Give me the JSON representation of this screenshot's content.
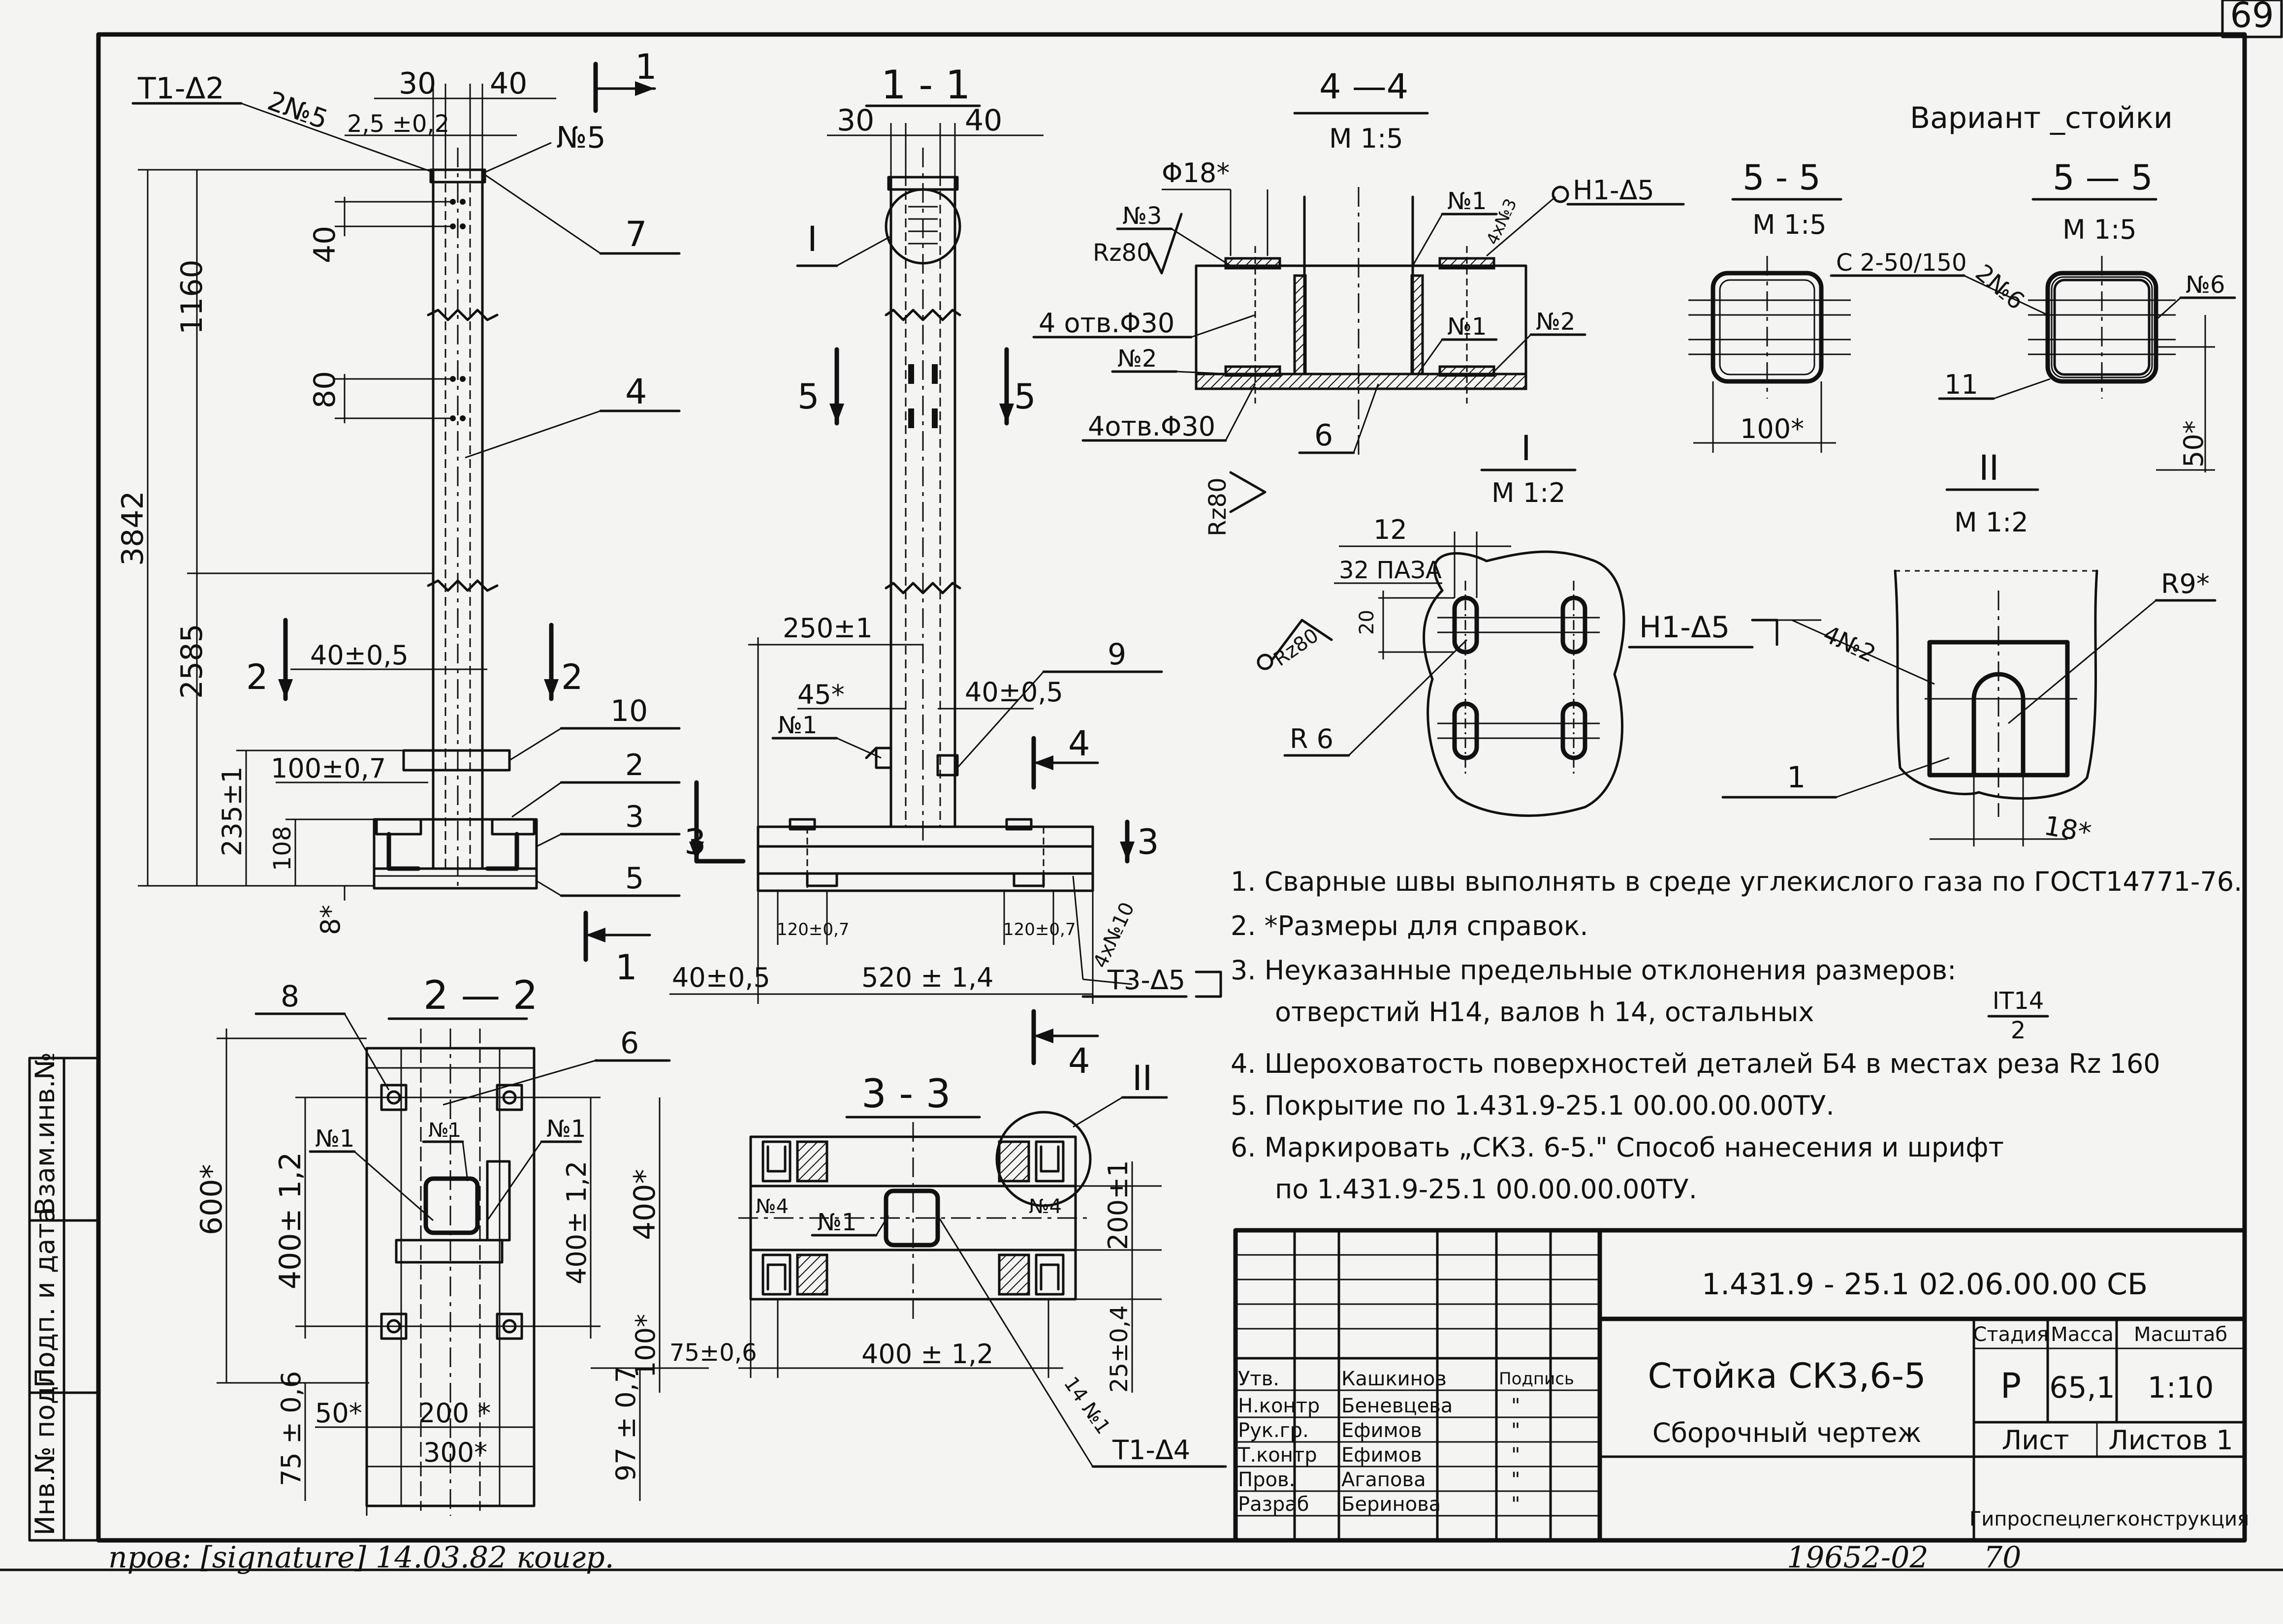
{
  "sheet": {
    "page_number": "69",
    "variant_label": "Вариант _стойки",
    "bottom_number": "19652-02",
    "bottom_page": "70",
    "check_note": "пров: [signature] 14.03.82 коигр."
  },
  "views": {
    "front": {
      "weld_mark": "Т1-Δ2",
      "part_2n5": "2№5",
      "top_dims": [
        "30",
        "40"
      ],
      "top_tol": "2,5 ±0,2",
      "n5": "№5",
      "section_mark": "1",
      "vert_dims": [
        "40",
        "1160",
        "80",
        "3842",
        "2585",
        "235±1",
        "108",
        "8*"
      ],
      "dim_40_05": "40±0,5",
      "dim_100_07": "100±0,7",
      "callouts": [
        "7",
        "4",
        "10",
        "2",
        "3",
        "5"
      ],
      "cut_2": "2",
      "cut_1": "1"
    },
    "section_1_1": {
      "title": "1 - 1",
      "top_dims": [
        "30",
        "40"
      ],
      "detail_I": "I",
      "cut_5": "5",
      "dim_250": "250±1",
      "dim_45": "45*",
      "n1": "№1",
      "dim_40_05": "40±0,5",
      "callout_9": "9",
      "cut_4": "4",
      "cut_3": "3",
      "dim_120_a": "120±0,7",
      "dim_120_b": "120±0,7",
      "dim_40_05b": "40±0,5",
      "dim_520": "520 ± 1,4",
      "n10": "4х№10",
      "weld_t3": "Т3-Δ5"
    },
    "section_4_4": {
      "title": "4 —4",
      "scale": "М 1:5",
      "phi18": "Φ18*",
      "n3": "№3",
      "rz80": "Rz80",
      "holes_a": "4 отв.Φ30",
      "n2": "№2",
      "holes_b": "4отв.Φ30",
      "n1a": "№1",
      "n3b": "4х№3",
      "weld_h1": "Н1-Δ5",
      "n1b": "№1",
      "n2b": "№2",
      "callout_6": "6",
      "rz80b": "Rz80"
    },
    "section_5_5a": {
      "title": "5 - 5",
      "scale": "М 1:5",
      "dim": "100*"
    },
    "section_5_5b": {
      "title": "5 — 5",
      "scale": "М 1:5",
      "c2": "С 2-50/150",
      "n6a": "2№6",
      "n6": "№6",
      "callout_11": "11",
      "dim": "50*"
    },
    "detail_I": {
      "title": "I",
      "scale": "М 1:2",
      "dim_12": "12",
      "slots": "32 ПАЗА",
      "dim_20": "20",
      "rz80": "Rz80",
      "r6": "R 6"
    },
    "detail_II": {
      "title": "II",
      "scale": "М 1:2",
      "r9": "R9*",
      "weld": "Н1-Δ5",
      "n2": "4№2",
      "callout_1": "1",
      "dim_18": "18*"
    },
    "section_2_2": {
      "title": "2 — 2",
      "callout_8": "8",
      "callout_6": "6",
      "n1a": "№1",
      "n1b": "№1",
      "n1c": "№1",
      "dim_600": "600*",
      "dim_400_12a": "400± 1,2",
      "dim_400_12b": "400± 1,2",
      "dim_400s": "400*",
      "dim_100s": "100*",
      "dim_75": "75 ± 0,6",
      "dim_50": "50*",
      "dim_200": "200 *",
      "dim_97": "97 ± 0,7",
      "dim_300": "300*",
      "dim_75b": "75±0,6"
    },
    "section_3_3": {
      "title": "3 - 3",
      "detail_II": "II",
      "n4a": "№4",
      "n1": "№1",
      "n4b": "№4",
      "dim_200": "200±1",
      "dim_400": "400 ± 1,2",
      "dim_25": "25±0,4",
      "n1b": "14 №1",
      "weld": "Т1-Δ4"
    }
  },
  "notes": [
    "1.  Сварные швы выполнять в среде углекислого газа по ГОСТ14771-76.",
    "2. *Размеры   для   справок.",
    "3. Неуказанные  предельные  отклонения  размеров:",
    "отверстий Н14, валов  h 14,  остальных",
    "4. Шероховатость поверхностей деталей Б4 в местах реза Rz 160",
    "5. Покрытие   по   1.431.9-25.1   00.00.00.00ТУ.",
    "6. Маркировать „СК3. 6-5.\" Способ нанесения   и  шрифт",
    "по  1.431.9-25.1   00.00.00.00ТУ."
  ],
  "tolerance_fraction": {
    "num": "IT14",
    "den": "2"
  },
  "title_block": {
    "designation": "1.431.9 - 25.1  02.06.00.00 СБ",
    "name_line1": "Стойка  СК3,6-5",
    "name_line2": "Сборочный чертеж",
    "stage_label": "Стадия",
    "mass_label": "Масса",
    "scale_label": "Масштаб",
    "stage": "Р",
    "mass": "65,1",
    "scale": "1:10",
    "sheet_label": "Лист",
    "sheets_label": "Листов 1",
    "org": "Гипроспецлегконструкция",
    "signature_header": "Подпись",
    "roles": [
      {
        "role": "Утв.",
        "name": "Кашкинов",
        "sign": ""
      },
      {
        "role": "Н.контр",
        "name": "Беневцева",
        "sign": "\""
      },
      {
        "role": "Рук.гр.",
        "name": "Ефимов",
        "sign": "\""
      },
      {
        "role": "Т.контр",
        "name": "Ефимов",
        "sign": "\""
      },
      {
        "role": "Пров.",
        "name": "Агапова",
        "sign": "\""
      },
      {
        "role": "Разраб",
        "name": "Беринова",
        "sign": "\""
      }
    ]
  },
  "side_stamp": [
    "Инв.№ подл.",
    "Подп. и дата",
    "Взам.инв.№"
  ]
}
